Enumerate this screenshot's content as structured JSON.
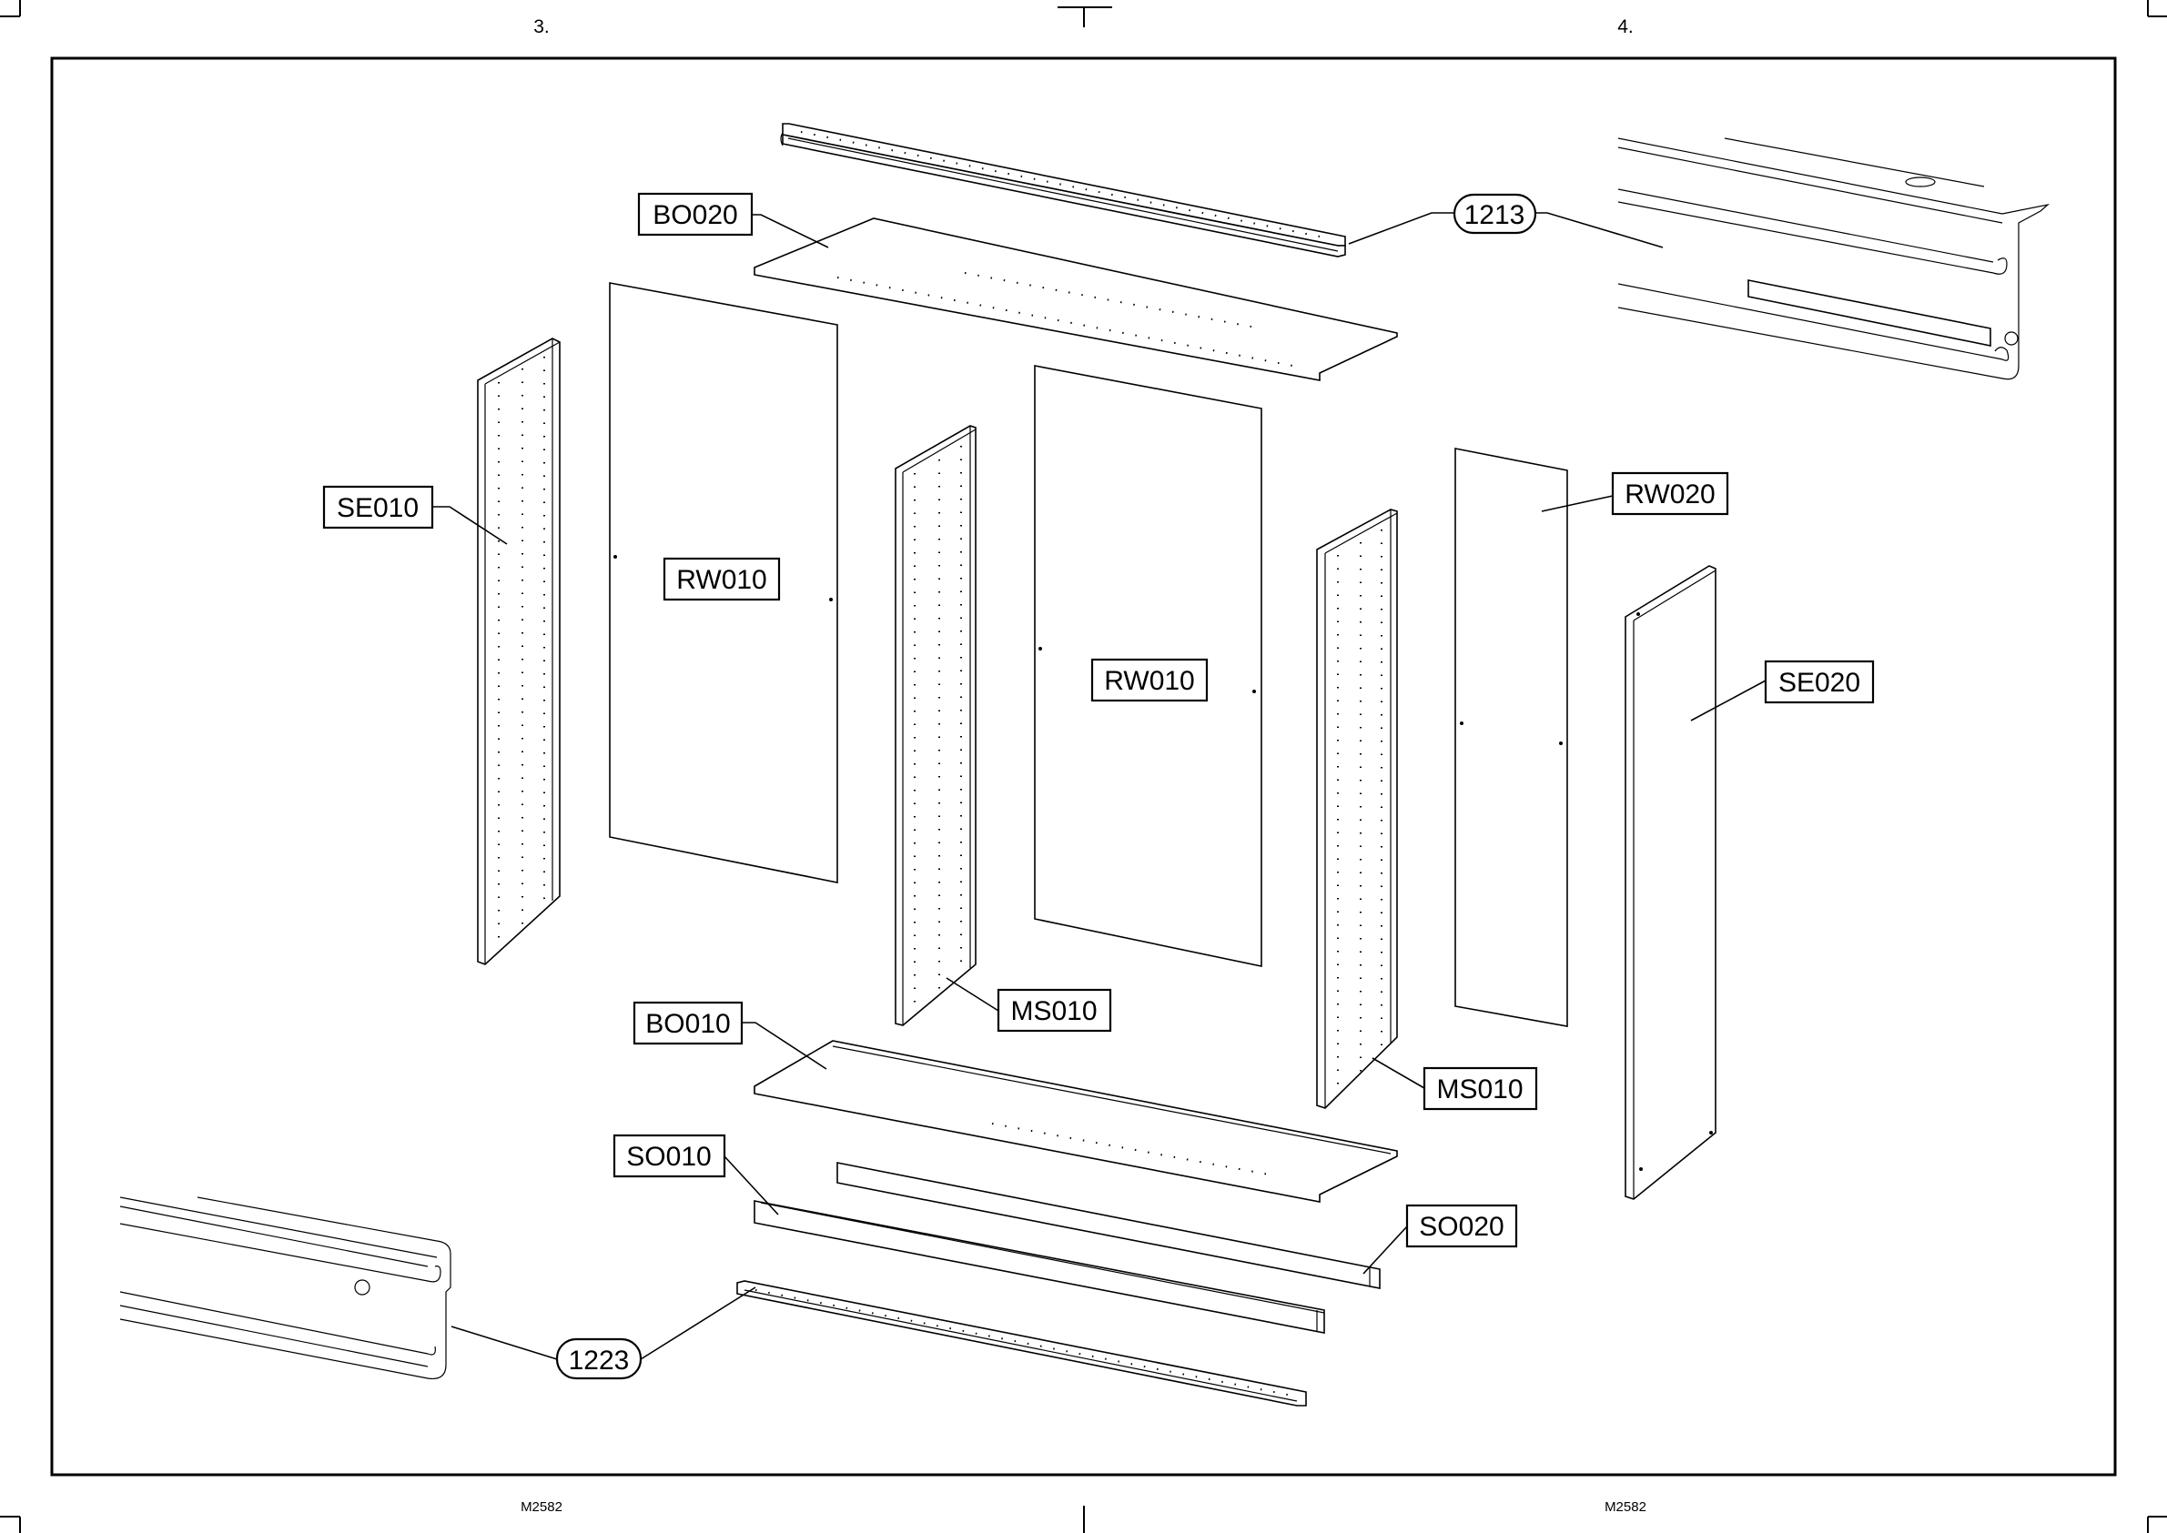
{
  "sheet": {
    "page_left": "3.",
    "page_right": "4.",
    "footer_left": "M2582",
    "footer_right": "M2582"
  },
  "parts": {
    "bo020": "BO020",
    "bo010": "BO010",
    "se010": "SE010",
    "se020": "SE020",
    "rw010_left": "RW010",
    "rw010_center": "RW010",
    "rw020": "RW020",
    "ms010_left": "MS010",
    "ms010_right": "MS010",
    "so010": "SO010",
    "so020": "SO020",
    "hw_1213": "1213",
    "hw_1223": "1223"
  }
}
